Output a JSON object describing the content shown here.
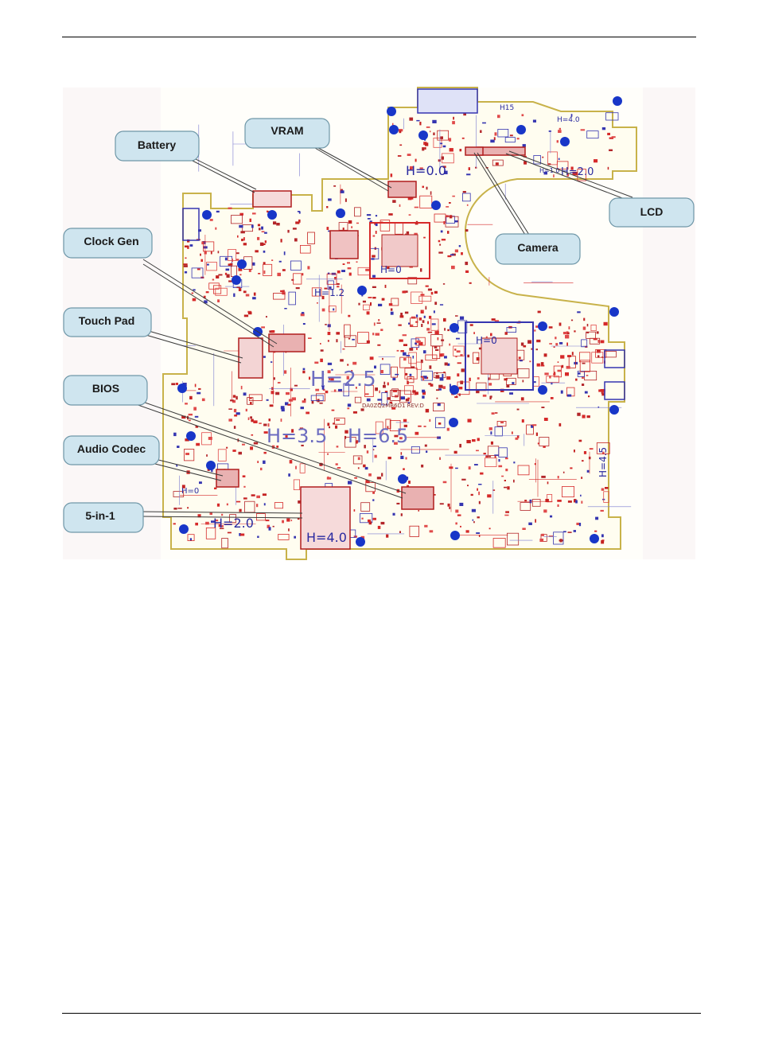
{
  "callouts": [
    {
      "id": "battery",
      "label": "Battery"
    },
    {
      "id": "vram",
      "label": "VRAM"
    },
    {
      "id": "lcd",
      "label": "LCD"
    },
    {
      "id": "camera",
      "label": "Camera"
    },
    {
      "id": "clock-gen",
      "label": "Clock Gen"
    },
    {
      "id": "touch-pad",
      "label": "Touch Pad"
    },
    {
      "id": "bios",
      "label": "BIOS"
    },
    {
      "id": "audio-codec",
      "label": "Audio Codec"
    },
    {
      "id": "5-in-1",
      "label": "5-in-1"
    }
  ],
  "board_marks": {
    "h00": "H=0.0",
    "h15": "H15",
    "h40_top": "H=4.0",
    "h20_top": "H=2.0",
    "h10": "H=1.0",
    "h12": "H=1.2",
    "h0_a": "H=0",
    "h0_b": "H=0",
    "h0_c": "H=0",
    "h25": "H=2.5",
    "h35": "H=3.5",
    "h65": "H=6.5",
    "h45": "H=4.5",
    "h20_bottom": "H=2.0",
    "h40_bottom": "H=4.0",
    "pcb_code": "DA0ZQ2MB6D1 REV:D"
  },
  "colors": {
    "callout_fill": "#cfe5ef",
    "callout_stroke": "#6f97a8",
    "board_bg": "#fbf7f7",
    "board_fill": "#fffdf0",
    "outline": "#c8b24a",
    "trace_red": "#d62a2a",
    "silk_blue": "#3535b0",
    "mount_hole": "#1836c8"
  }
}
